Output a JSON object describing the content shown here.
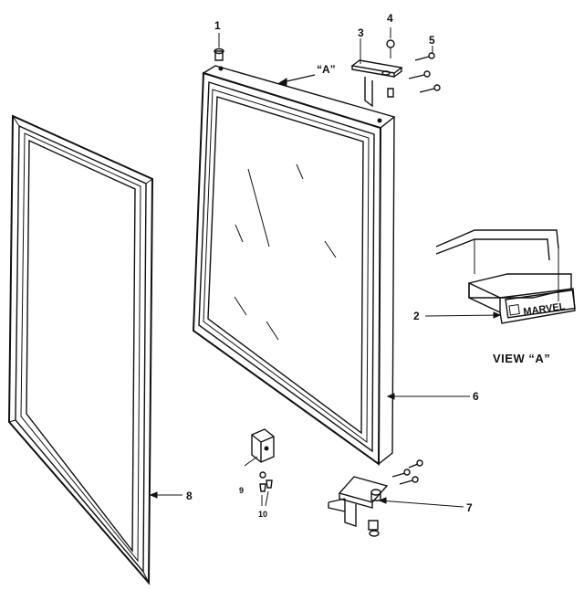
{
  "diagram": {
    "callouts": {
      "p1": "1",
      "p2": "2",
      "p3": "3",
      "p4": "4",
      "p5": "5",
      "p6": "6",
      "p7": "7",
      "p8": "8",
      "p9": "9",
      "p10": "10"
    },
    "view_marker": "“A”",
    "view_caption": "VIEW  “A”",
    "logo_text": "MARVEL",
    "colors": {
      "ink": "#111111",
      "paper": "#ffffff"
    }
  }
}
